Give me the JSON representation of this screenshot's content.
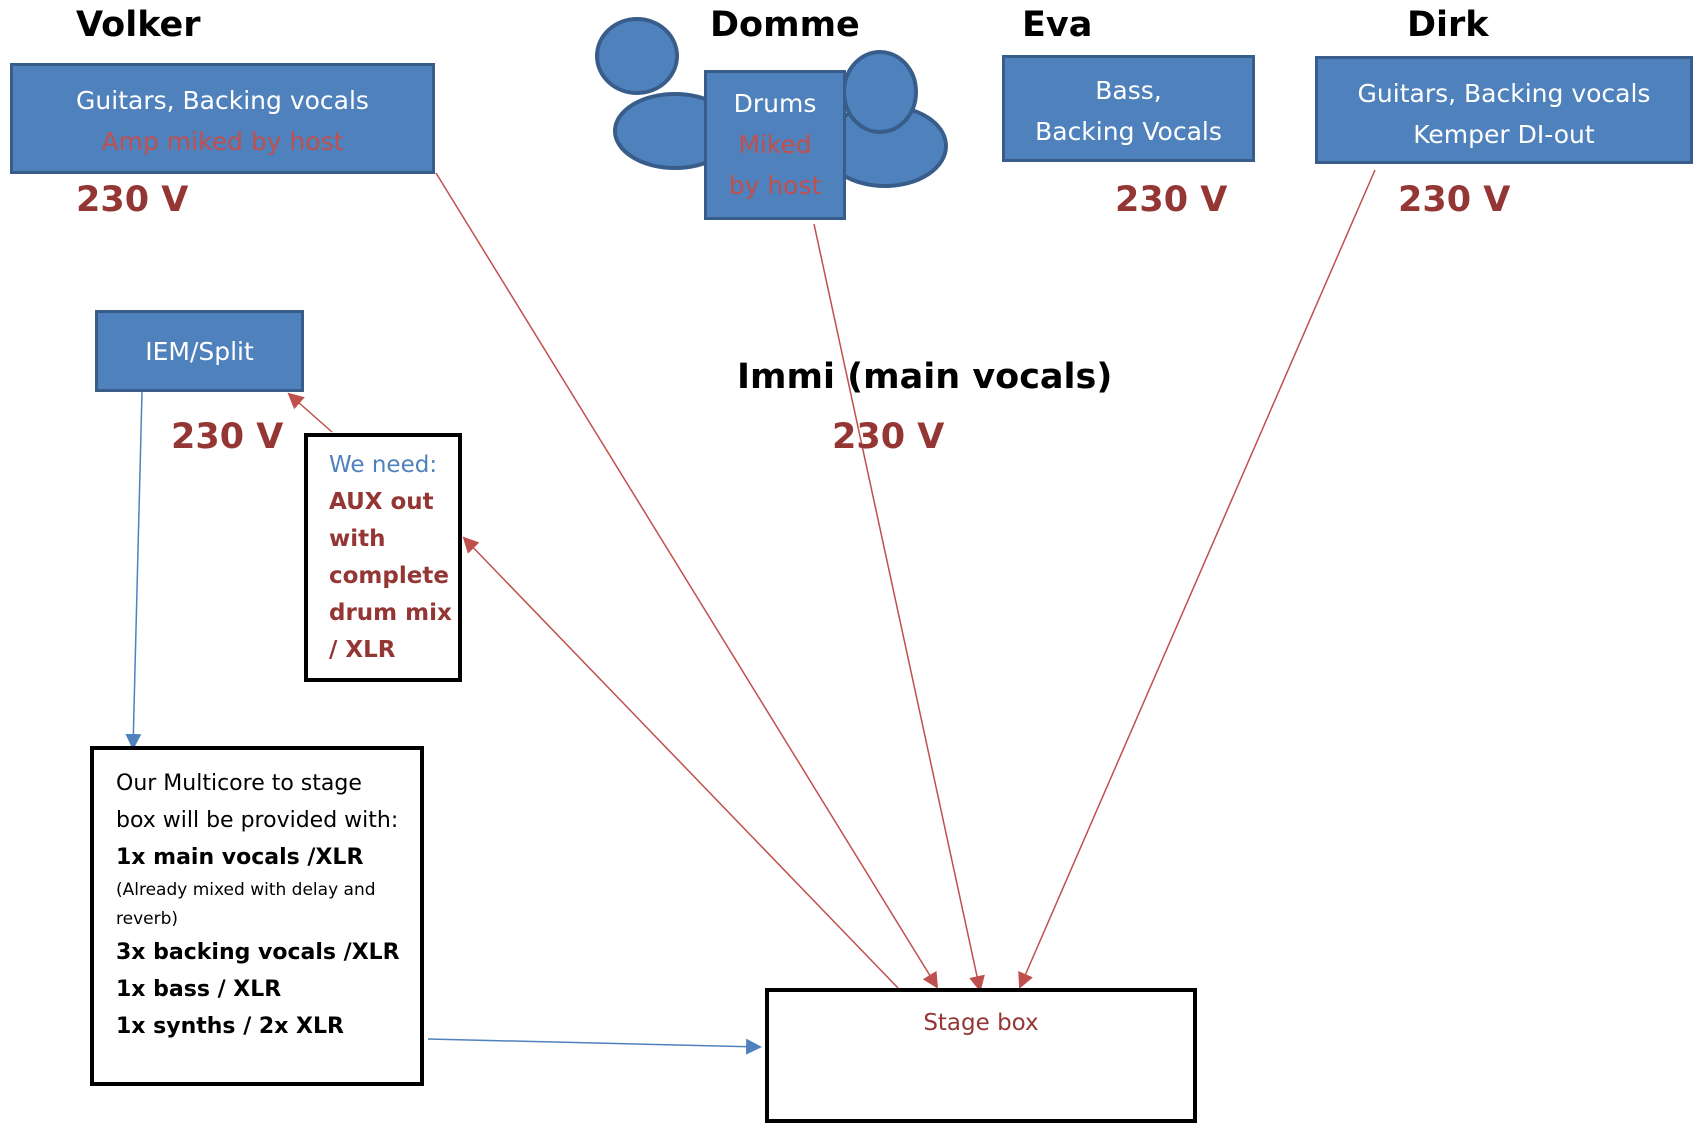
{
  "musicians": {
    "volker": {
      "name": "Volker",
      "role": "Guitars, Backing vocals",
      "note": "Amp miked by host",
      "voltage": "230 V"
    },
    "domme": {
      "name": "Domme",
      "role": "Drums",
      "note_line1": "Miked",
      "note_line2": "by host"
    },
    "eva": {
      "name": "Eva",
      "role_line1": "Bass,",
      "role_line2": "Backing Vocals",
      "voltage": "230 V"
    },
    "dirk": {
      "name": "Dirk",
      "role_line1": "Guitars, Backing vocals",
      "role_line2": "Kemper DI-out",
      "voltage": "230 V"
    },
    "immi": {
      "name": "Immi (main vocals)",
      "voltage": "230 V"
    }
  },
  "iem": {
    "label": "IEM/Split",
    "voltage": "230 V"
  },
  "request": {
    "heading": "We need:",
    "lines": [
      "AUX out",
      "with",
      "complete",
      "drum mix",
      "/ XLR"
    ]
  },
  "multicore": {
    "intro_line1": "Our Multicore to stage",
    "intro_line2": "box will be provided with:",
    "item1": "1x main vocals /XLR",
    "item1_note_line1": "(Already mixed with delay and",
    "item1_note_line2": "reverb)",
    "item2": "3x backing vocals /XLR",
    "item3": "1x bass / XLR",
    "item4": "1x synths / 2x XLR"
  },
  "stage_box": {
    "label": "Stage box"
  },
  "colors": {
    "box_fill": "#4f81bd",
    "box_border": "#385d8a",
    "voltage_text": "#943634",
    "note_text": "#c0504d",
    "red_arrow": "#c0504d",
    "blue_arrow": "#4f81bd"
  }
}
